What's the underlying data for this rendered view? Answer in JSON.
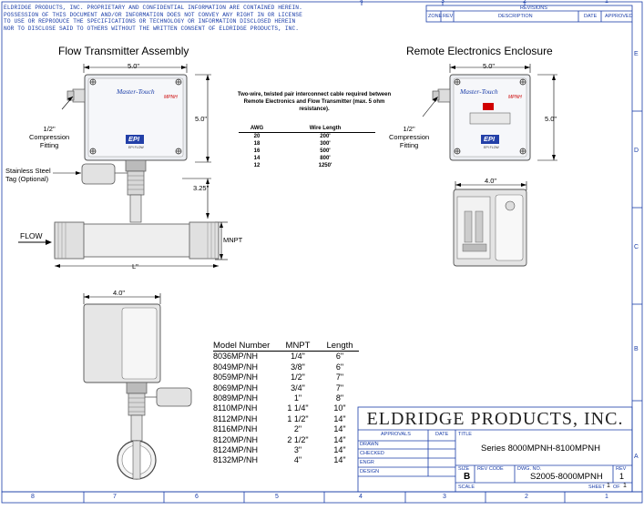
{
  "proprietary_notice": [
    "ELDRIDGE PRODUCTS, INC. PROPRIETARY AND CONFIDENTIAL INFORMATION ARE CONTAINED HEREIN.",
    "POSSESSION OF THIS DOCUMENT AND/OR INFORMATION DOES NOT CONVEY ANY RIGHT IN OR LICENSE",
    "TO USE OR REPRODUCE THE SPECIFICATIONS OR TECHNOLOGY OR INFORMATION DISCLOSED HEREIN",
    "NOR TO DISCLOSE SAID TO OTHERS WITHOUT THE WRITTEN CONSENT OF ELDRIDGE PRODUCTS, INC."
  ],
  "border": {
    "top_numbers": [
      "4",
      "3",
      "2",
      "1"
    ],
    "bottom_numbers": [
      "8",
      "7",
      "6",
      "5",
      "4",
      "3",
      "2",
      "1"
    ],
    "right_letters": [
      "E",
      "D",
      "C",
      "B",
      "A"
    ]
  },
  "revisions": {
    "title": "REVISIONS",
    "zone": "ZONE",
    "rev": "REV",
    "description": "DESCRIPTION",
    "date": "DATE",
    "approved": "APPROVED"
  },
  "flow_transmitter": {
    "title": "Flow Transmitter Assembly",
    "width_dim": "5.0\"",
    "height_dim": "5.0\"",
    "fitting_label": "1/2\"\nCompression\nFitting",
    "tag_label": "Stainless Steel\nTag (Optional)",
    "stem_dim": "3.25\"",
    "flow_label": "FLOW",
    "mnpt_label": "MNPT",
    "length_dim": "L\"",
    "brand": "Master-Touch",
    "model_badge": "MPNH",
    "logo": "EPI",
    "logo_sub": "EPI FLOW"
  },
  "remote_enclosure": {
    "title": "Remote Electronics Enclosure",
    "width_dim": "5.0\"",
    "height_dim": "5.0\"",
    "fitting_label": "1/2\"\nCompression\nFitting",
    "side_dim": "4.0\"",
    "brand": "Master-Touch",
    "model_badge": "MPNH",
    "logo": "EPI",
    "logo_sub": "EPI FLOW"
  },
  "side_view": {
    "width_dim": "4.0\""
  },
  "wire_note": {
    "text": "Two-wire, twisted pair interconnect cable required between Remote Electronics and Flow Transmitter (max. 5 ohm resistance).",
    "headers": [
      "AWG",
      "Wire Length"
    ],
    "rows": [
      [
        "20",
        "200'"
      ],
      [
        "18",
        "300'"
      ],
      [
        "16",
        "500'"
      ],
      [
        "14",
        "800'"
      ],
      [
        "12",
        "1250'"
      ]
    ]
  },
  "model_table": {
    "headers": [
      "Model Number",
      "MNPT",
      "Length"
    ],
    "rows": [
      [
        "8036MP/NH",
        "1/4\"",
        "6\""
      ],
      [
        "8049MP/NH",
        "3/8\"",
        "6\""
      ],
      [
        "8059MP/NH",
        "1/2\"",
        "7\""
      ],
      [
        "8069MP/NH",
        "3/4\"",
        "7\""
      ],
      [
        "8089MP/NH",
        "1\"",
        "8\""
      ],
      [
        "8110MP/NH",
        "1 1/4\"",
        "10\""
      ],
      [
        "8112MP/NH",
        "1 1/2\"",
        "14\""
      ],
      [
        "8116MP/NH",
        "2\"",
        "14\""
      ],
      [
        "8120MP/NH",
        "2 1/2\"",
        "14\""
      ],
      [
        "8124MP/NH",
        "3\"",
        "14\""
      ],
      [
        "8132MP/NH",
        "4\"",
        "14\""
      ]
    ]
  },
  "title_block": {
    "company": "ELDRIDGE PRODUCTS, INC.",
    "approvals": "APPROVALS",
    "date": "DATE",
    "title_label": "TITLE",
    "title": "Series 8000MPNH-8100MPNH",
    "drawn": "DRAWN",
    "checked": "CHECKED",
    "engr": "ENGR",
    "design": "DESIGN",
    "size_label": "SIZE",
    "size": "B",
    "rev_code_label": "REV CODE",
    "dwg_no_label": "DWG. NO.",
    "dwg_no": "S2005-8000MPNH",
    "rev_label": "REV",
    "rev": "1",
    "scale_label": "SCALE",
    "sheet_label": "SHEET",
    "sheet": "1",
    "of_label": "OF",
    "of": "1"
  }
}
